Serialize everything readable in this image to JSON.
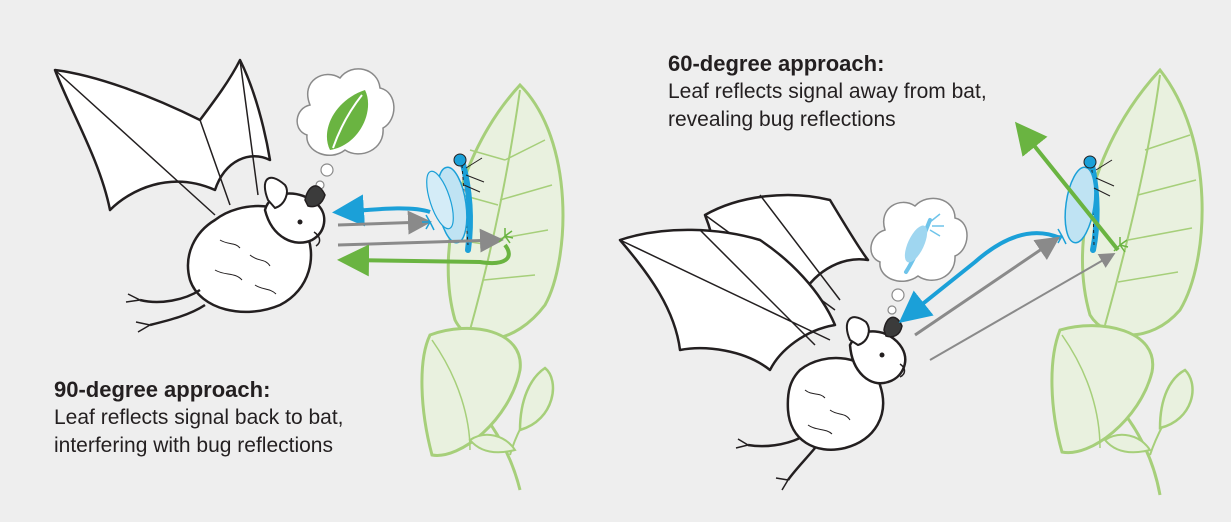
{
  "captions": {
    "left": {
      "heading": "90-degree approach:",
      "line1": "Leaf reflects signal back to bat,",
      "line2": "interfering with bug reflections"
    },
    "right": {
      "heading": "60-degree approach:",
      "line1": "Leaf reflects signal away from bat,",
      "line2": "revealing bug reflections"
    }
  },
  "colors": {
    "background": "#eeeeee",
    "leaf": "#a6cf7a",
    "leaf_fill": "#dbebc9",
    "bug_signal": "#1ba0d8",
    "leaf_signal": "#6ab441",
    "emitted_signal": "#8a8a8a",
    "ink": "#231f20"
  },
  "icons": {
    "left_thought": "leaf-icon",
    "right_thought": "bug-icon"
  }
}
